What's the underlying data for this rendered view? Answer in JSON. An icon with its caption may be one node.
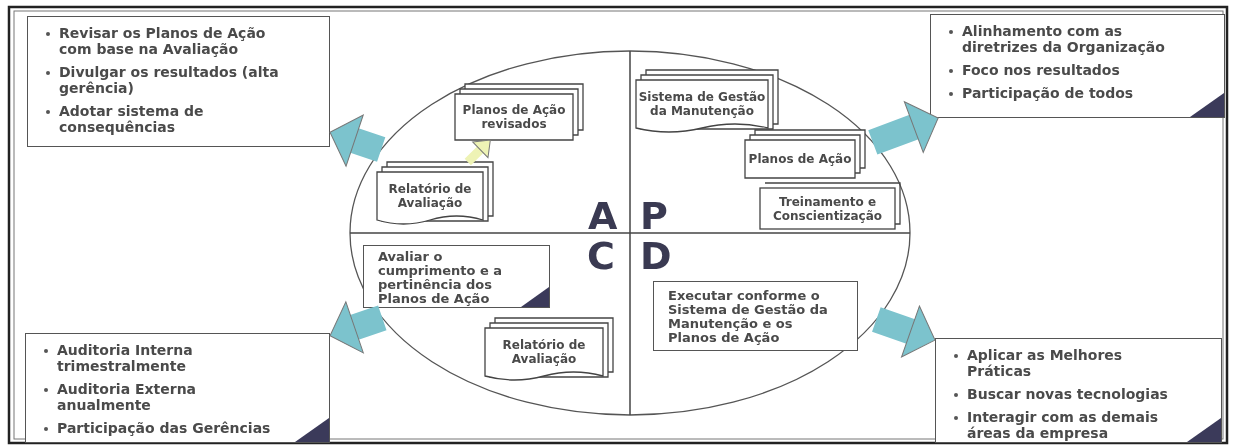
{
  "diagram": {
    "nodes": [
      {
        "text": [
          "Revisar os Planos de Ação com base na Avaliação",
          "Divulgar os resultados (alta gerência)",
          "Adotar sistema de consequências"
        ]
      },
      {
        "text": [
          "Alinhamento com as diretrizes da Organização",
          "Foco nos resultados",
          "Participação de todos"
        ]
      },
      {
        "text": [],
        "shape": "circle"
      },
      {
        "text": [
          "Planos de Ação revisados"
        ],
        "in": 2
      },
      {
        "text": [
          "Sistema de Gestão da Manutenção"
        ],
        "in": 2
      },
      {
        "text": [
          "Relatório de Avaliação"
        ],
        "in": 2
      },
      {
        "text": [
          "Planos de Ação"
        ],
        "in": 2
      },
      {
        "text": [
          "Treinamento e Conscientização"
        ],
        "in": 2
      },
      {
        "text": [
          "Avaliar o cumprimento e a pertinência dos Planos de Ação"
        ],
        "in": 2
      },
      {
        "text": [
          "Executar conforme o Sistema de Gestão da Manutenção e os Planos de Ação"
        ],
        "in": 2
      },
      {
        "text": [
          "Relatório de Avaliação"
        ],
        "in": 2
      },
      {
        "text": [
          "Auditoria Interna trimestralmente",
          "Auditoria Externa anualmente",
          "Participação das Gerências"
        ]
      },
      {
        "text": [
          "Aplicar as Melhores Práticas",
          "Buscar novas tecnologias",
          "Interagir com as demais áreas da empresa"
        ]
      }
    ],
    "edges": [
      {
        "from": 2,
        "to": 0,
        "arrow": "to"
      },
      {
        "from": 2,
        "to": 1,
        "arrow": "to"
      },
      {
        "from": 2,
        "to": 11,
        "arrow": "to"
      },
      {
        "from": 2,
        "to": 12,
        "arrow": "to"
      },
      {
        "from": 5,
        "to": 3,
        "arrow": "to",
        "color": "#eef3b5"
      }
    ],
    "labels": [
      "A",
      "P",
      "C",
      "D"
    ]
  }
}
